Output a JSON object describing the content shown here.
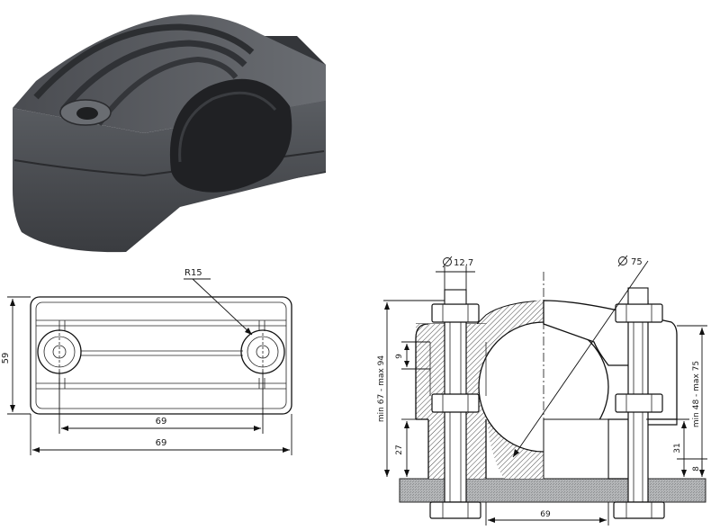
{
  "labels": {
    "r15": "R15",
    "top_dim_59": "59",
    "top_dim_69_inner": "69",
    "top_dim_69_outer": "69",
    "dia_bolt": "12,7",
    "dia_cable": "75",
    "height_range_outer": "min 67 - max 94",
    "height_range_inner": "min 48 - max 75",
    "dim_9": "9",
    "dim_27": "27",
    "dim_31": "31",
    "dim_8": "8",
    "dim_69_bottom": "69"
  },
  "colors": {
    "clamp_dark": "#3c3e42",
    "clamp_mid": "#55585d",
    "clamp_light": "#6e7176",
    "plate": "#a7a9ab",
    "line": "#111111"
  }
}
